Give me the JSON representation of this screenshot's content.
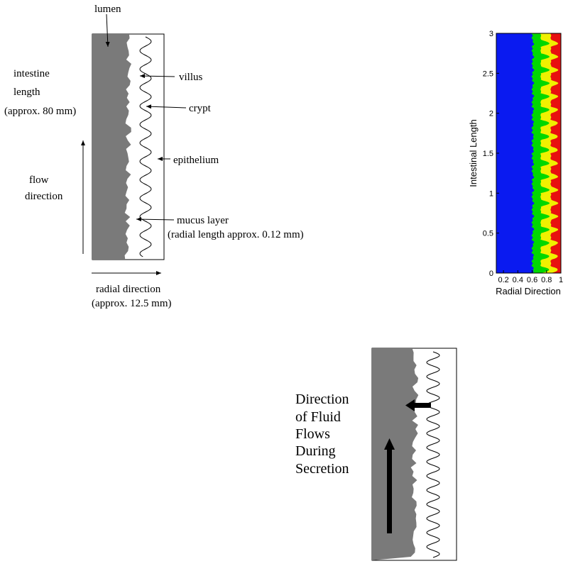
{
  "diagram1": {
    "labels": {
      "lumen": "lumen",
      "villus": "villus",
      "crypt": "crypt",
      "epithelium": "epithelium",
      "mucus_layer": "mucus layer",
      "mucus_note": "(radial length approx. 0.12 mm)",
      "intestine": "intestine",
      "length": "length",
      "length_note": "(approx. 80 mm)",
      "flow": "flow",
      "direction": "direction",
      "radial_direction": "radial direction",
      "radial_note": "(approx. 12.5  mm)"
    },
    "colors": {
      "lumen": "#7a7a7a",
      "mucus": "#ffffff",
      "outline": "#000000"
    }
  },
  "contour_plot": {
    "ylabel": "Intestinal Length",
    "xlabel": "Radial Direction",
    "xticks": [
      "0.2",
      "0.4",
      "0.6",
      "0.8",
      "1"
    ],
    "yticks": [
      "0",
      "0.5",
      "1",
      "1.5",
      "2",
      "2.5",
      "3"
    ],
    "colors": {
      "low": "#0a1af0",
      "mid": "#00d800",
      "high_mid": "#f0f000",
      "high": "#e81010"
    }
  },
  "chart_data": {
    "type": "heatmap",
    "title": "",
    "xlabel": "Radial Direction",
    "ylabel": "Intestinal Length",
    "xlim": [
      0.1,
      1
    ],
    "ylim": [
      0,
      3
    ],
    "x_ticks": [
      0.2,
      0.4,
      0.6,
      0.8,
      1
    ],
    "y_ticks": [
      0,
      0.5,
      1,
      1.5,
      2,
      2.5,
      3
    ],
    "regions": [
      {
        "color": "blue",
        "x_range": [
          0.1,
          0.6
        ]
      },
      {
        "color": "green",
        "x_range": [
          0.6,
          0.85
        ]
      },
      {
        "color": "yellow",
        "x_range": [
          0.7,
          0.9
        ]
      },
      {
        "color": "red",
        "x_range": [
          0.85,
          1
        ]
      }
    ],
    "periodic_bumps": 18
  },
  "diagram2": {
    "title_lines": [
      "Direction",
      "of Fluid",
      "Flows",
      "During",
      "Secretion"
    ],
    "colors": {
      "lumen": "#7a7a7a",
      "arrow": "#000000"
    }
  }
}
